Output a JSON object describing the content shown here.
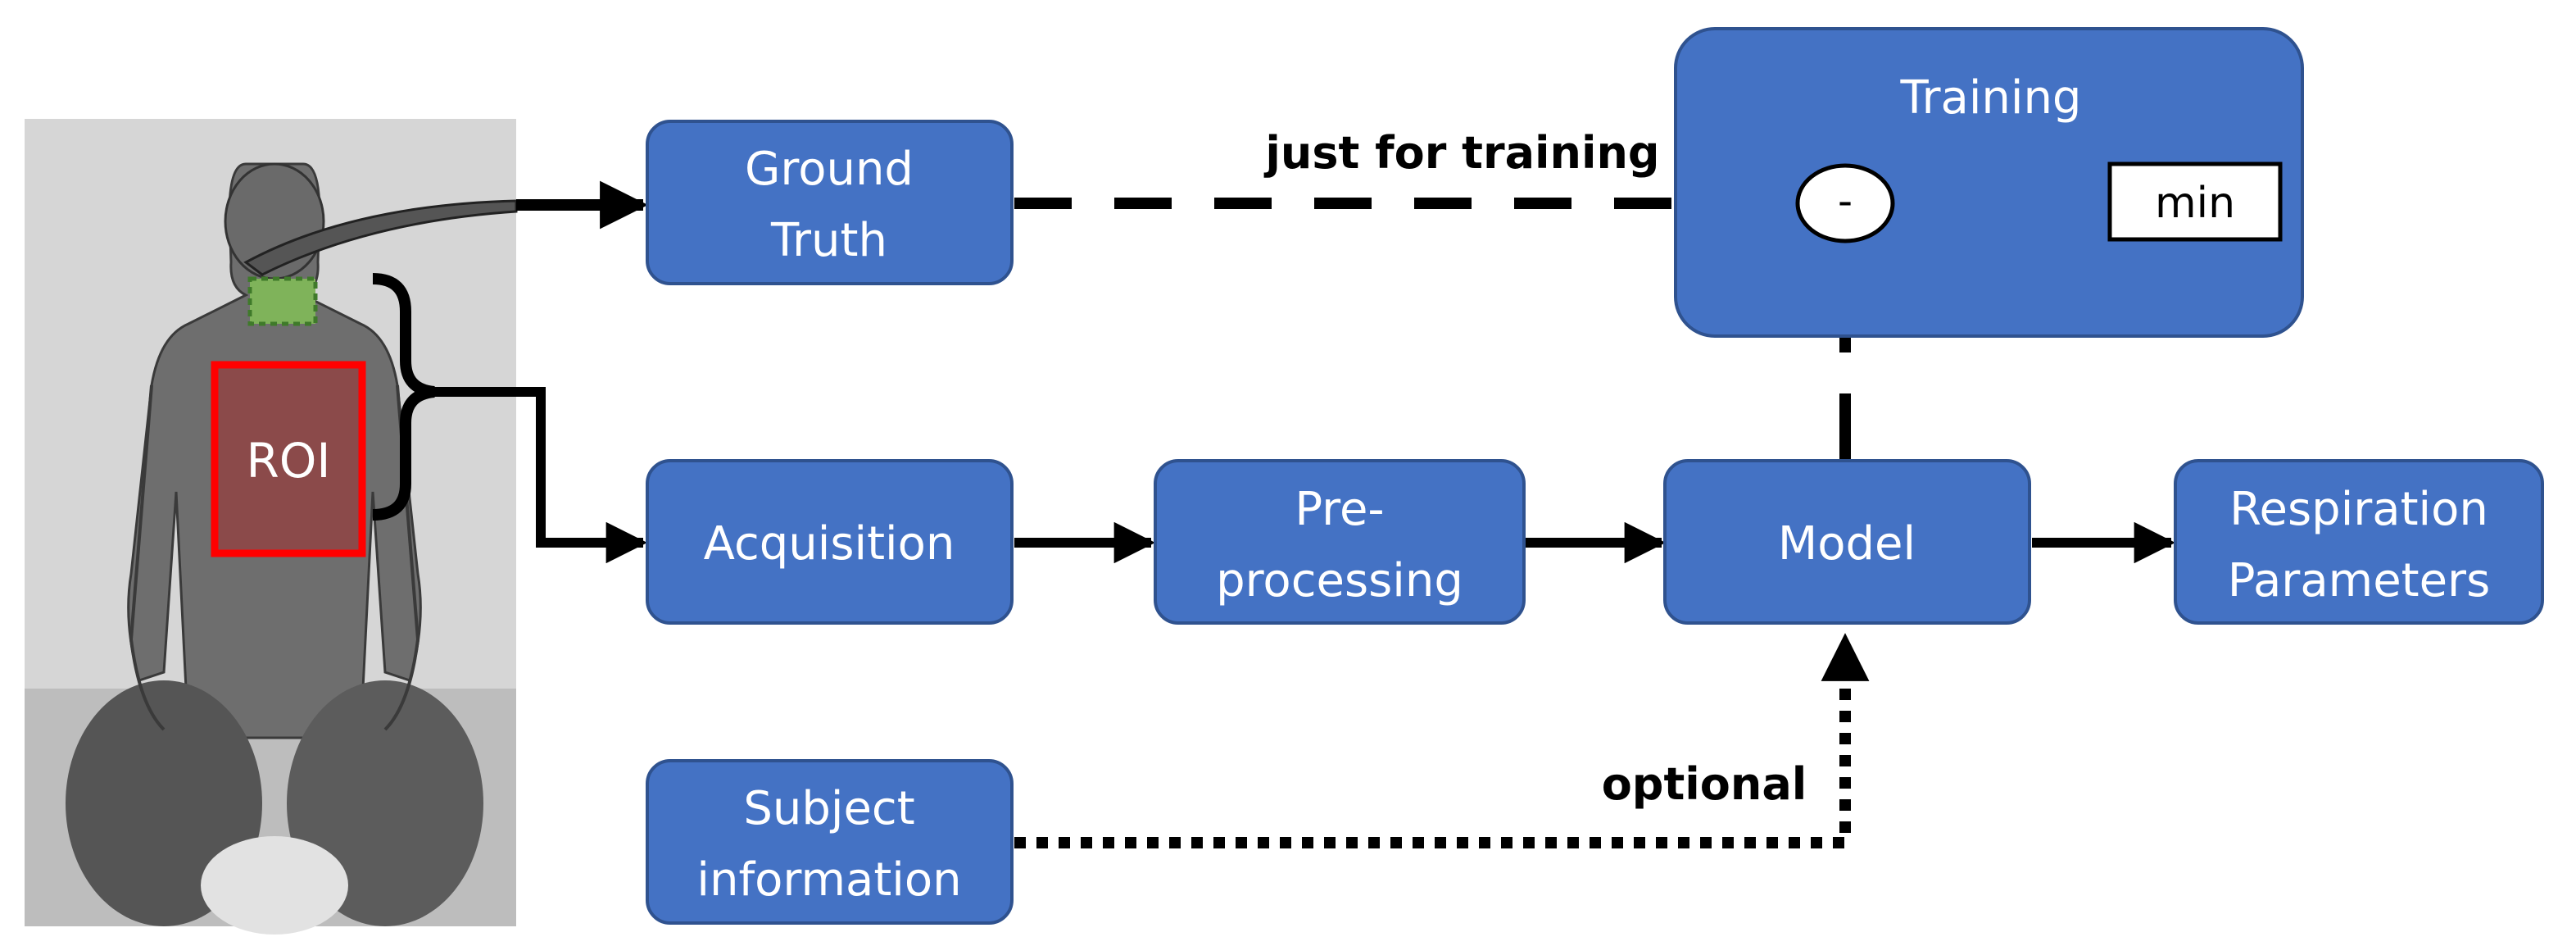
{
  "boxes": {
    "ground_truth": {
      "line1": "Ground",
      "line2": "Truth"
    },
    "acquisition": {
      "label": "Acquisition"
    },
    "preprocessing": {
      "line1": "Pre-",
      "line2": "processing"
    },
    "model": {
      "label": "Model"
    },
    "respiration": {
      "line1": "Respiration",
      "line2": "Parameters"
    },
    "subject": {
      "line1": "Subject",
      "line2": "information"
    },
    "training": {
      "title": "Training",
      "min_label": "min",
      "diff_symbol": "-"
    }
  },
  "annotations": {
    "just_for_training": "just for training",
    "optional": "optional"
  },
  "image": {
    "roi_label": "ROI"
  },
  "colors": {
    "box_fill": "#4472C4",
    "box_stroke": "#2F528F",
    "roi_stroke": "#FF0000",
    "roi_fill": "#8B4A4A",
    "neck_marker": "#5C9E3C",
    "arrow": "#000000"
  }
}
